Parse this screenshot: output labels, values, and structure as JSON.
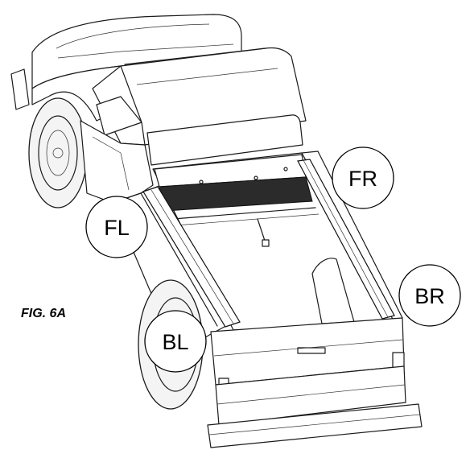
{
  "figure": {
    "label": "FIG. 6A"
  },
  "callouts": {
    "fr": "FR",
    "fl": "FL",
    "br": "BR",
    "bl": "BL"
  },
  "colors": {
    "line": "#1a1a1a",
    "cover_roll": "#2b2b2b",
    "background": "#ffffff"
  }
}
